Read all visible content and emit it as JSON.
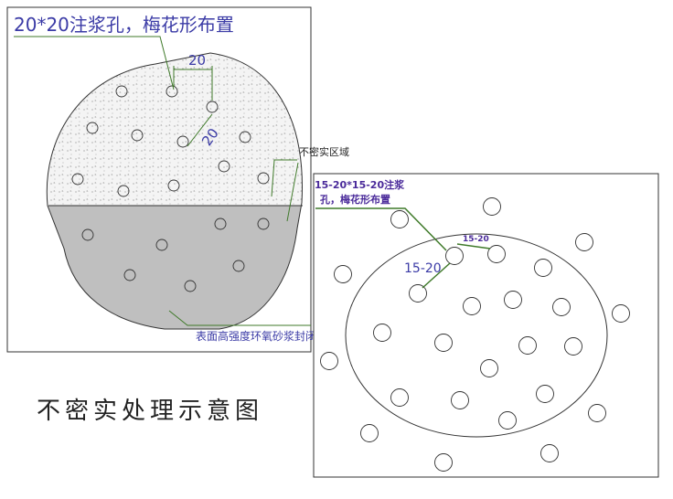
{
  "left_panel": {
    "title": "20*20注浆孔，梅花形布置",
    "spacing_h": "20",
    "spacing_v": "20",
    "zone_label": "不密实区域",
    "seal_label": "表面高强度环氧砂浆封闭"
  },
  "caption": "不密实处理示意图",
  "right_panel": {
    "title_line1": "15-20*15-20注浆",
    "title_line2": "孔，梅花形布置",
    "spacing_a": "15-20",
    "spacing_b": "15-20"
  },
  "colors": {
    "line_green": "#3f7a2a",
    "label_blue": "#3b3ba6",
    "fill_gray": "#bfbfbf"
  }
}
